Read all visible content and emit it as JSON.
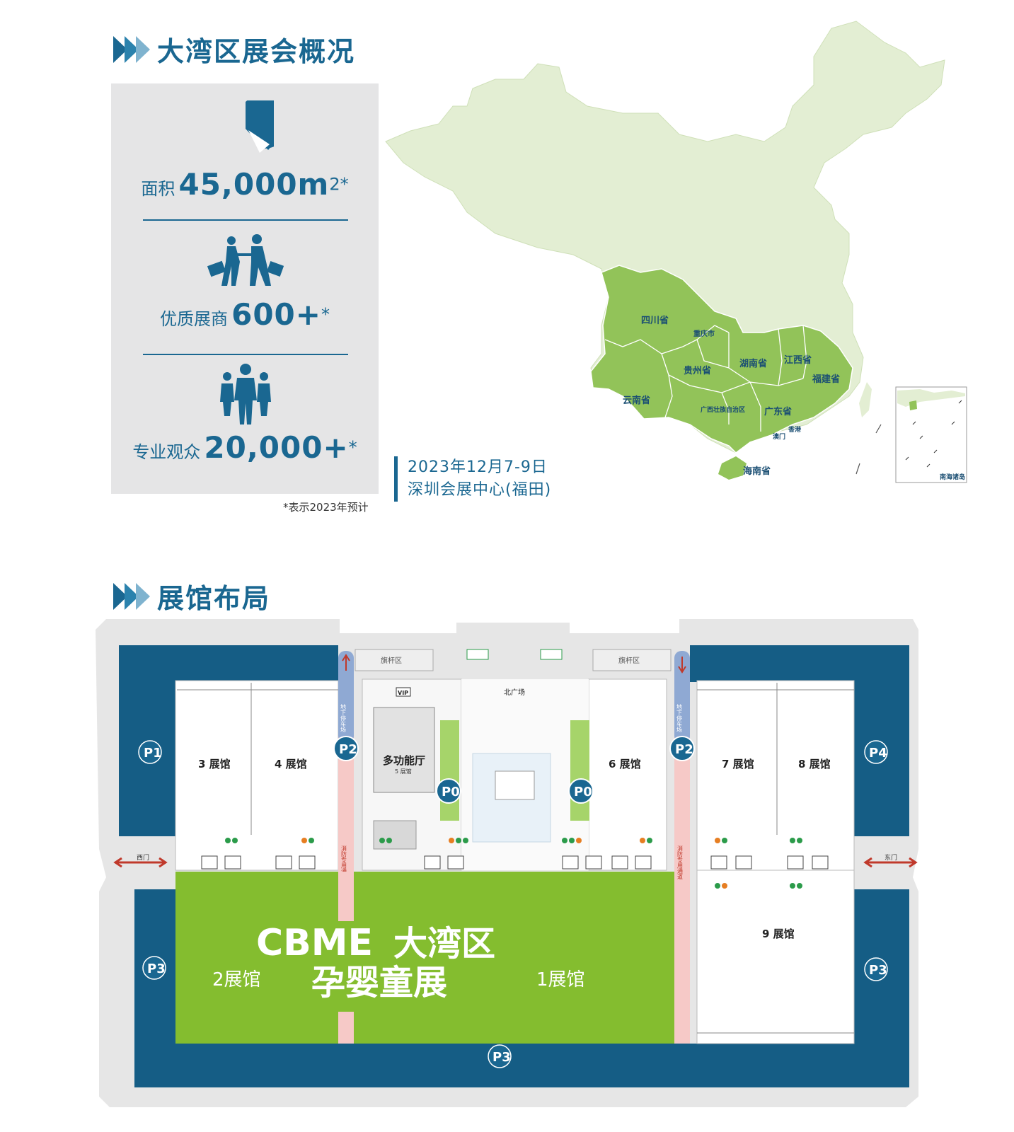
{
  "overview": {
    "title": "大湾区展会概况",
    "stats": [
      {
        "label": "面积",
        "value": "45,000m",
        "sup": "2*"
      },
      {
        "label": "优质展商",
        "value": "600+",
        "sup": "*"
      },
      {
        "label": "专业观众",
        "value": "20,000+",
        "sup": "*"
      }
    ],
    "footnote": "*表示2023年预计",
    "date_line1": "2023年12月7-9日",
    "date_line2": "深圳会展中心(福田)"
  },
  "map": {
    "provinces": [
      "四川省",
      "重庆市",
      "贵州省",
      "湖南省",
      "江西省",
      "福建省",
      "云南省",
      "广西壮族自治区",
      "广东省",
      "香港",
      "澳门",
      "海南省"
    ],
    "inset_label": "南海诸岛",
    "colors": {
      "china": "#e3eed3",
      "highlight": "#92c359",
      "border": "#ffffff"
    }
  },
  "layout": {
    "title": "展馆布局",
    "halls": {
      "h3": "3 展馆",
      "h4": "4 展馆",
      "h5": "多功能厅",
      "h5sub": "5 展馆",
      "h6": "6 展馆",
      "h7": "7 展馆",
      "h8": "8 展馆",
      "h9": "9 展馆",
      "h2": "2展馆",
      "h1": "1展馆"
    },
    "north_plaza": "北广场",
    "flag_left": "旗杆区",
    "flag_right": "旗杆区",
    "underground_left": "地下停车场",
    "underground_right": "地下停车场",
    "fire_left": "消防专用通道",
    "fire_right": "消防专用通道",
    "west_gate": "西门",
    "east_gate": "东门",
    "vip": "VIP",
    "cbme_logo": "CBME",
    "cbme_line1": "大湾区",
    "cbme_line2": "孕婴童展",
    "parking": {
      "p1": "P1",
      "p4": "P4",
      "p3": "P3",
      "p3b": "P3",
      "p3c": "P3",
      "p2a": "P2",
      "p2b": "P2",
      "p0a": "P0",
      "p0b": "P0"
    },
    "colors": {
      "navy": "#155d85",
      "green": "#84bd2f",
      "pink": "#f6c9c7",
      "grey": "#dcdcdc",
      "light": "#f4f4f4"
    }
  }
}
